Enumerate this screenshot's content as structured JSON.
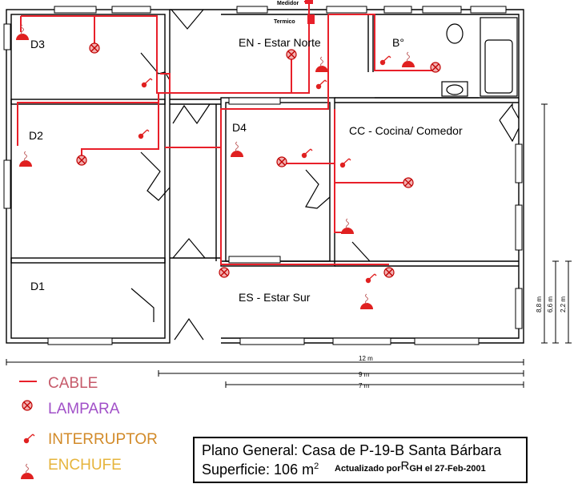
{
  "plan": {
    "meter_label": "Medidor",
    "breaker_label": "Termico",
    "rooms": {
      "d3": "D3",
      "d2": "D2",
      "d1": "D1",
      "d4": "D4",
      "en": "EN - Estar Norte",
      "bano": "B°",
      "cc": "CC - Cocina/ Comedor",
      "es": "ES - Estar Sur"
    },
    "dims": {
      "w12": "12 m",
      "w9": "9 m",
      "w7": "7 m",
      "h88": "8,8 m",
      "h66": "6,6 m",
      "h22": "2,2 m"
    }
  },
  "legend": {
    "cable": "CABLE",
    "lampara": "LAMPARA",
    "interruptor": "INTERRUPTOR",
    "enchufe": "ENCHUFE",
    "colors": {
      "cable": "#c65a6a",
      "lampara": "#a150c8",
      "interruptor": "#d28a28",
      "enchufe": "#e6b43c",
      "wiring": "#e8202a"
    }
  },
  "title_block": {
    "line1": "Plano General: Casa de P-19-B Santa Bárbara",
    "area_prefix": "Superficie: 106 m",
    "area_sup": "2",
    "updated": "Actualizado por",
    "author_r": "R",
    "author_rest": "GH el 27-Feb-2001"
  }
}
